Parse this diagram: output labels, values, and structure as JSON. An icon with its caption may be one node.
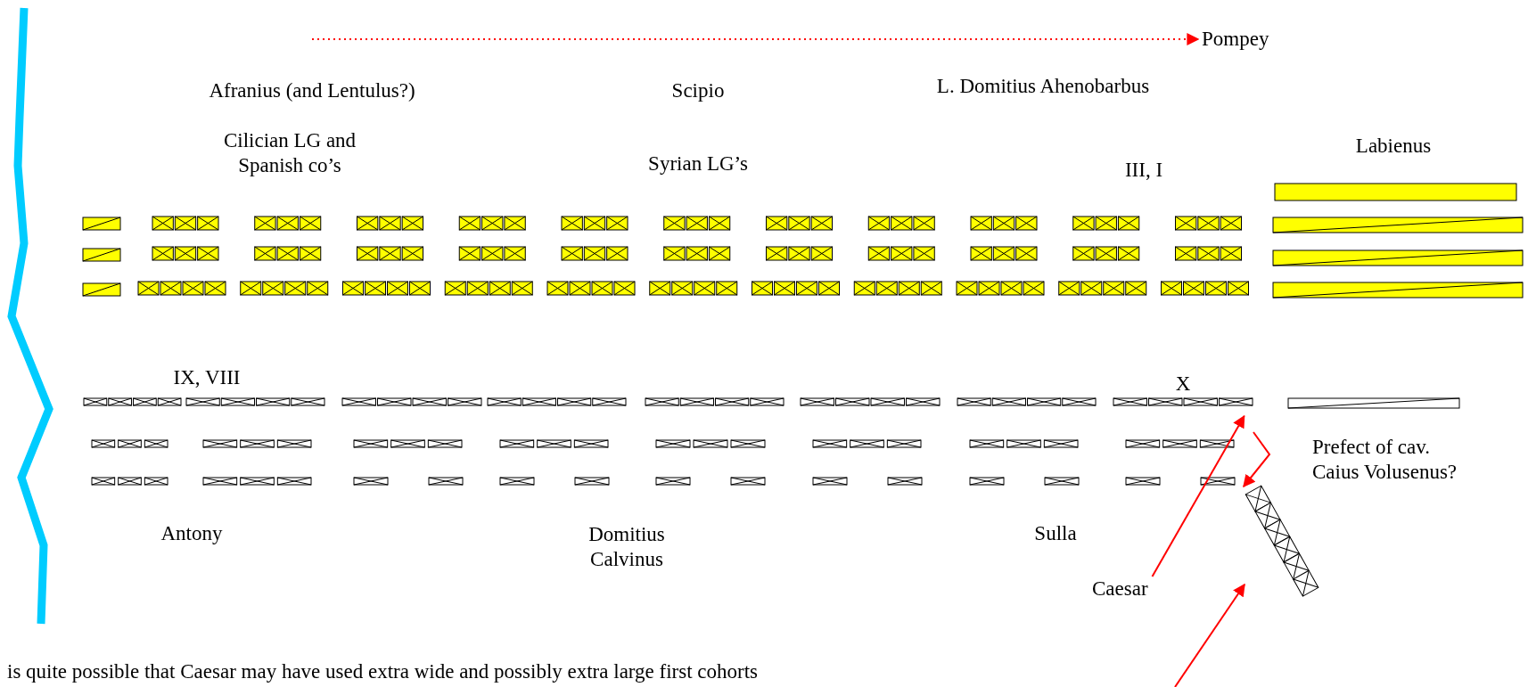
{
  "diagram": {
    "nodes": [
      {
        "text": [
          "Pompey"
        ]
      },
      {
        "text": [],
        "shape": "box",
        "beside": [
          "X"
        ]
      },
      {
        "text": [],
        "shape": "box"
      },
      {
        "text": [
          "Caesar"
        ]
      }
    ],
    "edges": [
      {
        "from": null,
        "to": 0,
        "arrow": "to",
        "style": "dashed"
      },
      {
        "from": 3,
        "to": 1,
        "arrow": "to"
      },
      {
        "from": null,
        "to": 2,
        "arrow": "to"
      },
      {
        "from": null,
        "to": 2,
        "arrow": "to"
      }
    ],
    "labels": [
      "Afranius (and Lentulus?)",
      "Scipio",
      "L. Domitius Ahenobarbus",
      "Cilician LG and Spanish co’s",
      "Labienus",
      "Syrian LG’s",
      "III, I",
      "IX, VIII",
      "Prefect of cav. Caius Volusenus?",
      "Antony",
      "Domitius Calvinus",
      "Sulla",
      "is quite possible that Caesar may have used extra wide and possibly extra large first cohorts"
    ]
  }
}
